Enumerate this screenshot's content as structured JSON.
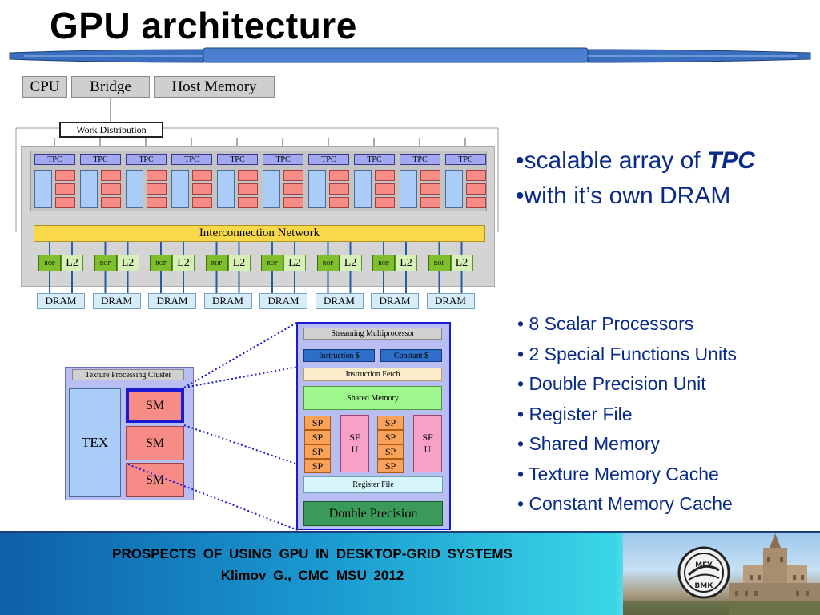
{
  "slide": {
    "title": "GPU architecture"
  },
  "top_diagram": {
    "cpu": "CPU",
    "bridge": "Bridge",
    "host_memory": "Host Memory",
    "work_distribution": "Work Distribution",
    "tpc_label": "TPC",
    "interconnect": "Interconnection Network",
    "rop_label": "ROP",
    "l2_label": "L2",
    "dram_label": "DRAM"
  },
  "tpc_diagram": {
    "title": "Texture Processing Cluster",
    "tex": "TEX",
    "sm1": "SM",
    "sm2": "SM",
    "sm3": "SM"
  },
  "sm_diagram": {
    "title": "Streaming Multiprocessor",
    "instruction_cache": "Instruction $",
    "constant_cache": "Constant $",
    "instruction_fetch": "Instruction Fetch",
    "shared_memory": "Shared Memory",
    "sp": "SP",
    "sfu_line1": "SF",
    "sfu_line2": "U",
    "register_file": "Register File",
    "double_precision": "Double Precision"
  },
  "bullets_top": {
    "line1_prefix": "•scalable array of ",
    "line1_emph": "TPC",
    "line2": "•with it’s own DRAM"
  },
  "bullets_bottom": [
    "• 8 Scalar Processors",
    "• 2 Special Functions Units",
    "• Double Precision Unit",
    "• Register File",
    "• Shared Memory",
    "• Texture Memory Cache",
    "• Constant Memory Cache"
  ],
  "footer": {
    "line1": "PROSPECTS OF USING GPU IN DESKTOP-GRID SYSTEMS",
    "line2": "Klimov G., CMC MSU 2012",
    "logo_text_top": "МГУ",
    "logo_text_bottom": "ВМК"
  },
  "colors": {
    "header_line": "#2e5fa8",
    "bullet_text": "#0a2a8a",
    "footer_left": "#0e5fa8",
    "footer_right": "#3ad6e6",
    "interconnect": "#f9d94a"
  }
}
